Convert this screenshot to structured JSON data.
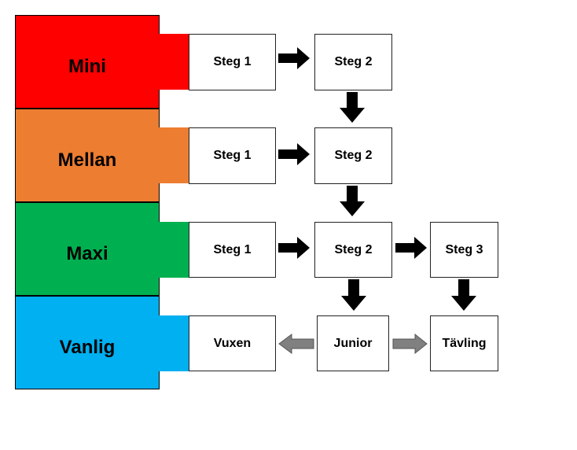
{
  "colors": {
    "mini": "#ff0000",
    "mellan": "#ed7d31",
    "maxi": "#00b050",
    "vanlig": "#00b0f0",
    "arrow_primary": "#000000",
    "arrow_secondary": "#808080"
  },
  "levels": [
    {
      "label": "Mini"
    },
    {
      "label": "Mellan"
    },
    {
      "label": "Maxi"
    },
    {
      "label": "Vanlig"
    }
  ],
  "rows": {
    "mini": {
      "step1": "Steg 1",
      "step2": "Steg 2"
    },
    "mellan": {
      "step1": "Steg 1",
      "step2": "Steg 2"
    },
    "maxi": {
      "step1": "Steg 1",
      "step2": "Steg 2",
      "step3": "Steg 3"
    },
    "vanlig": {
      "vuxen": "Vuxen",
      "junior": "Junior",
      "tavling": "Tävling"
    }
  }
}
